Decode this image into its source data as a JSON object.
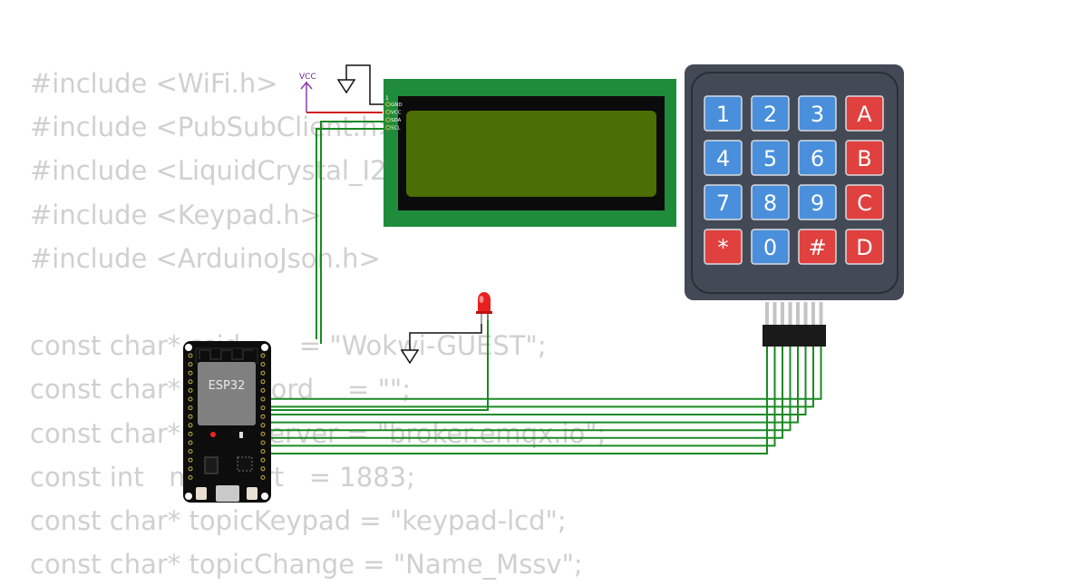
{
  "code_lines": [
    "#include <WiFi.h>",
    "#include <PubSubClient.h>",
    "#include <LiquidCrystal_I2C.h>",
    "#include <Keypad.h>",
    "#include <ArduinoJson.h>",
    "",
    "const char* ssid       = \"Wokwi-GUEST\";",
    "const char* password    = \"\";",
    "const char* mqttServer = \"broker.emqx.io\";",
    "const int   mqttPort   = 1883;",
    "const char* topicKeypad = \"keypad-lcd\";",
    "const char* topicChange = \"Name_Mssv\";"
  ],
  "power": {
    "vcc_label": "VCC"
  },
  "lcd": {
    "pins": [
      "GND",
      "VCC",
      "SDA",
      "SCL"
    ],
    "screen_color": "#4b6e05",
    "board_color": "#1f8c3b"
  },
  "esp32": {
    "label": "ESP32"
  },
  "keypad": {
    "keys": [
      [
        "1",
        "2",
        "3",
        "A"
      ],
      [
        "4",
        "5",
        "6",
        "B"
      ],
      [
        "7",
        "8",
        "9",
        "C"
      ],
      [
        "*",
        "0",
        "#",
        "D"
      ]
    ],
    "number_key_color": "#4a8fdb",
    "letter_key_color": "#e0403e",
    "body_color": "#444a55"
  },
  "led": {
    "color": "#e81f1f"
  },
  "wire_color": "#1a8a24"
}
